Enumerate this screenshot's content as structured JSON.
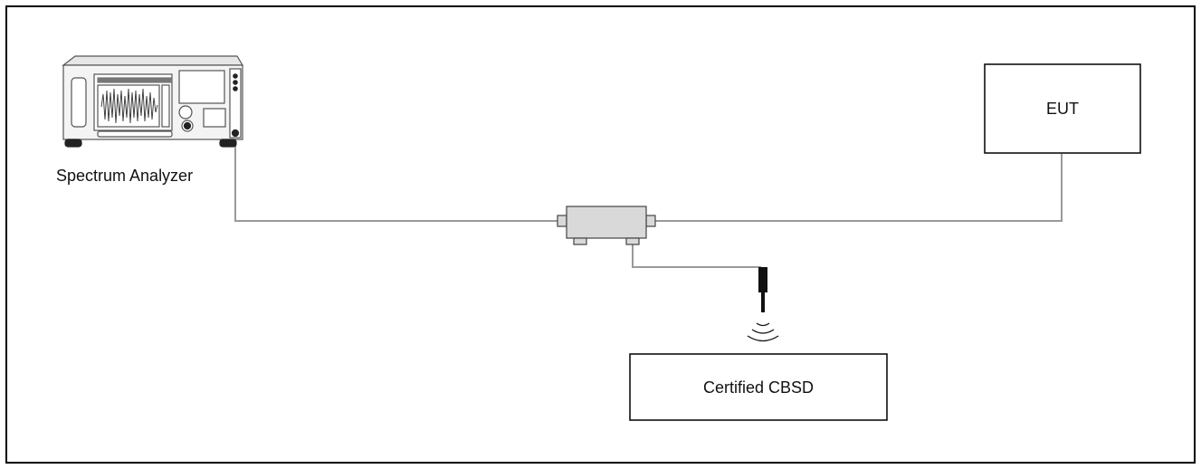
{
  "labels": {
    "spectrum_analyzer": "Spectrum Analyzer",
    "eut": "EUT",
    "certified_cbsd": "Certified CBSD"
  },
  "colors": {
    "outline": "#000000",
    "cable": "#9a9a9a",
    "device_body": "#f2f2f2",
    "coupler_body": "#d9d9d9"
  }
}
